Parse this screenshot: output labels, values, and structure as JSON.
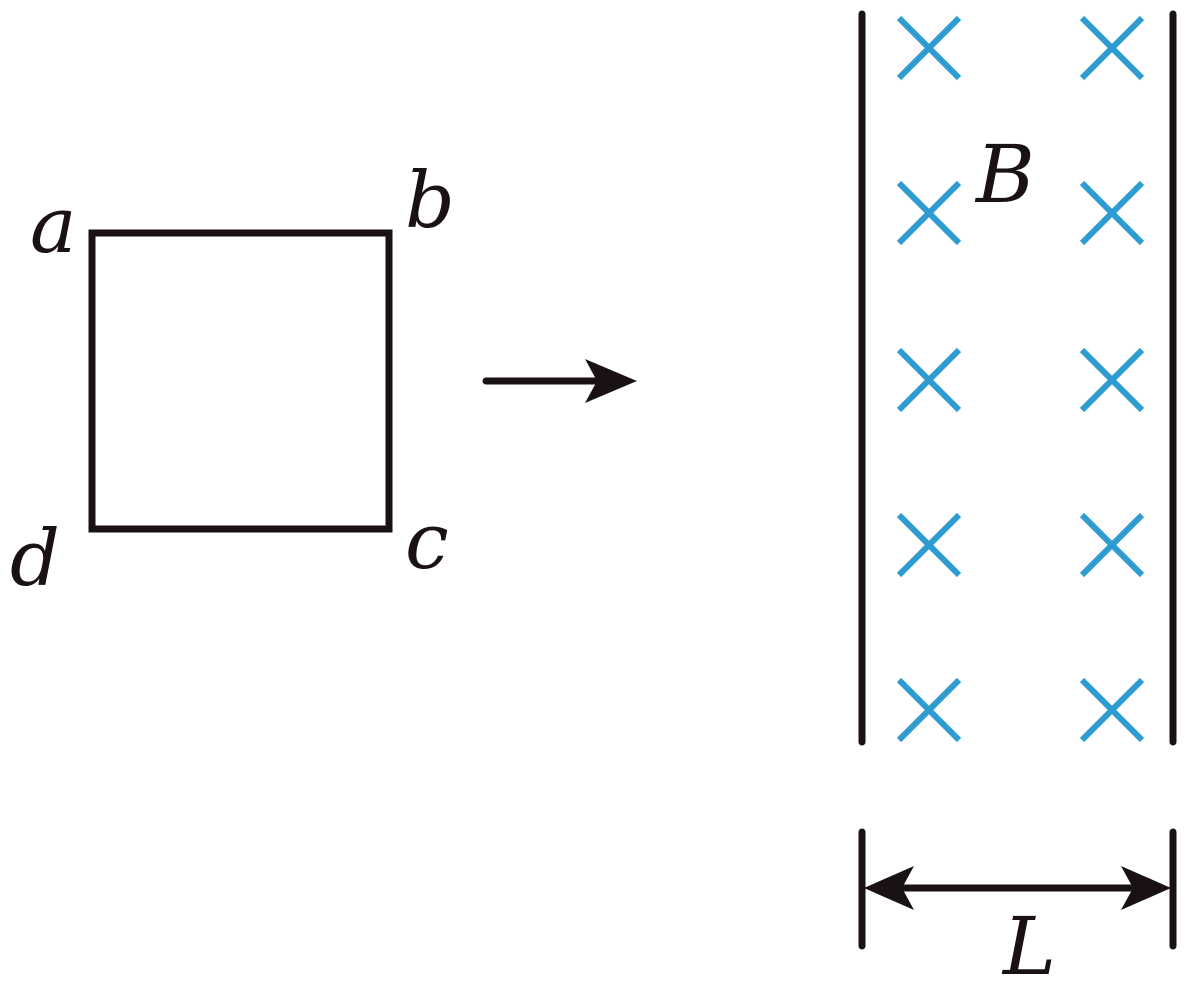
{
  "labels": {
    "a": "a",
    "b": "b",
    "c": "c",
    "d": "d",
    "field": "B",
    "width": "L"
  },
  "field": {
    "symbol": "cross",
    "columns": 2,
    "rows": 5
  },
  "colors": {
    "ink": "#1a1212",
    "field_marks": "#2e9bd1"
  }
}
